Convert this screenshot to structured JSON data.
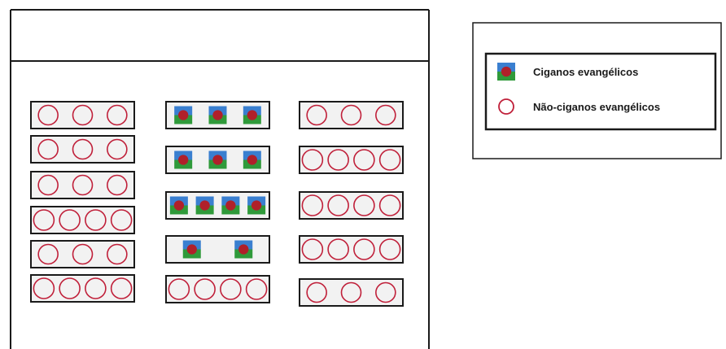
{
  "colors": {
    "outline": "#1a1a1a",
    "circle": "#c0203a",
    "flag_blue": "#3a7fd0",
    "flag_green": "#2f9a3a",
    "flag_wheel": "#b0202a",
    "bench_fill": "#f2f2f2"
  },
  "legend": {
    "items": [
      {
        "symbol": "flag",
        "label": "Ciganos evangélicos"
      },
      {
        "symbol": "circle",
        "label": "Não-ciganos evangélicos"
      }
    ]
  },
  "columns": [
    {
      "name": "left",
      "rows": [
        {
          "type": "circle",
          "count": 3
        },
        {
          "type": "circle",
          "count": 3
        },
        {
          "type": "circle",
          "count": 3
        },
        {
          "type": "circle",
          "count": 4
        },
        {
          "type": "circle",
          "count": 3
        },
        {
          "type": "circle",
          "count": 4
        }
      ]
    },
    {
      "name": "center",
      "rows": [
        {
          "type": "flag",
          "count": 3
        },
        {
          "type": "flag",
          "count": 3
        },
        {
          "type": "flag",
          "count": 4
        },
        {
          "type": "flag",
          "count": 2
        },
        {
          "type": "circle",
          "count": 4
        }
      ]
    },
    {
      "name": "right",
      "rows": [
        {
          "type": "circle",
          "count": 3
        },
        {
          "type": "circle",
          "count": 4
        },
        {
          "type": "circle",
          "count": 4
        },
        {
          "type": "circle",
          "count": 4
        },
        {
          "type": "circle",
          "count": 3
        }
      ]
    }
  ]
}
